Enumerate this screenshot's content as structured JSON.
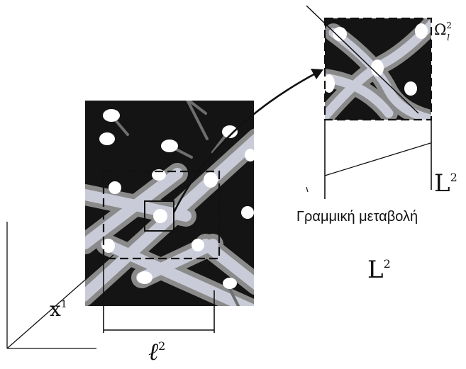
{
  "labels": {
    "omega": "Ω",
    "omega_sup": "2",
    "omega_sub": "l",
    "L_side": "L",
    "L_side_sup": "2",
    "greek_caption": "Γραμμική μεταβολή",
    "L_below": "L",
    "L_below_sup": "2",
    "x_axis": "x",
    "x_axis_sup": "1",
    "ell": "ℓ",
    "ell_sup": "2"
  },
  "colors": {
    "medium": "#141414",
    "phase_gray": "#8a8a8a",
    "phase_light": "#c9ccd8",
    "inclusion": "#ffffff",
    "line": "#111111"
  }
}
